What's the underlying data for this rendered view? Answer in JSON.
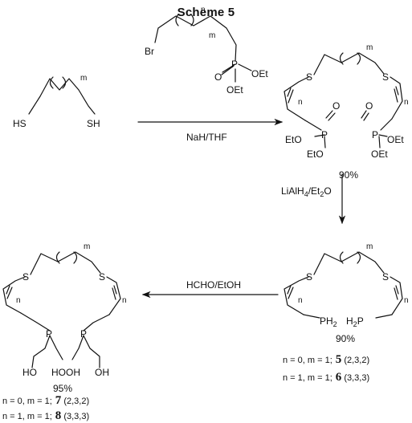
{
  "scheme": {
    "title": "Scheme 5"
  },
  "atoms": {
    "s": "S",
    "sh": "SH",
    "hs": "HS",
    "br": "Br",
    "p": "P",
    "o": "O",
    "oet": "OEt",
    "eto": "EtO",
    "ho": "HO",
    "hooh": "HOOH",
    "oh": "OH",
    "ph2": "PH",
    "h2p": "H",
    "two": "2",
    "p_suffix": "P",
    "n": "n",
    "m": "m"
  },
  "reagents": {
    "step1": "NaH/THF",
    "step2_pre": "LiAlH",
    "step2_sub": "4",
    "step2_post": "/Et",
    "step2_sub2": "2",
    "step2_end": "O",
    "step3": "HCHO/EtOH"
  },
  "yields": {
    "phosphonate": "90%",
    "phosphine": "90%",
    "hydroxymethyl": "95%"
  },
  "compounds": {
    "c5": {
      "cond": "n = 0, m = 1;",
      "num": "5",
      "ring": "(2,3,2)"
    },
    "c6": {
      "cond": "n = 1, m = 1;",
      "num": "6",
      "ring": "(3,3,3)"
    },
    "c7": {
      "cond": "n = 0, m = 1;",
      "num": "7",
      "ring": "(2,3,2)"
    },
    "c8": {
      "cond": "n = 1, m = 1;",
      "num": "8",
      "ring": "(3,3,3)"
    }
  }
}
